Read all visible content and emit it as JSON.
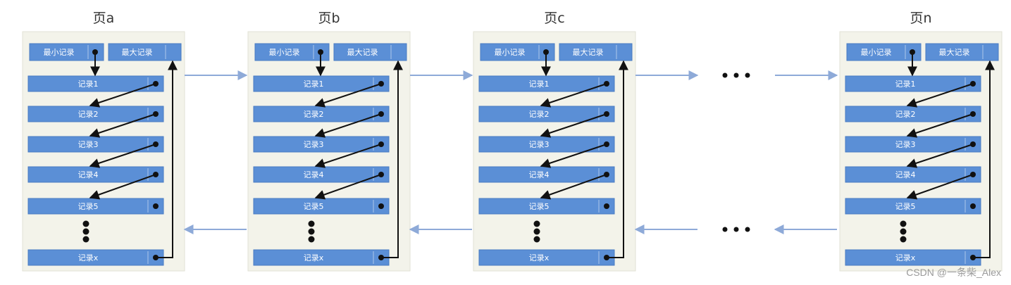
{
  "diagram": {
    "pages": [
      {
        "title": "页a"
      },
      {
        "title": "页b"
      },
      {
        "title": "页c"
      },
      {
        "title": "页n"
      }
    ],
    "directory": {
      "min_label": "最小记录",
      "max_label": "最大记录"
    },
    "records": [
      "记录1",
      "记录2",
      "记录3",
      "记录4",
      "记录5",
      "记录x"
    ],
    "between_pages_ellipsis": "• • •",
    "colors": {
      "panel": "#f3f3ea",
      "panel_border": "#e1e1d5",
      "cell": "#5b8fd6",
      "cell_border": "#4a7bc2",
      "link_arrow": "#8eaad8",
      "pointer": "#111111"
    }
  },
  "watermark": "CSDN @一条柴_Alex"
}
